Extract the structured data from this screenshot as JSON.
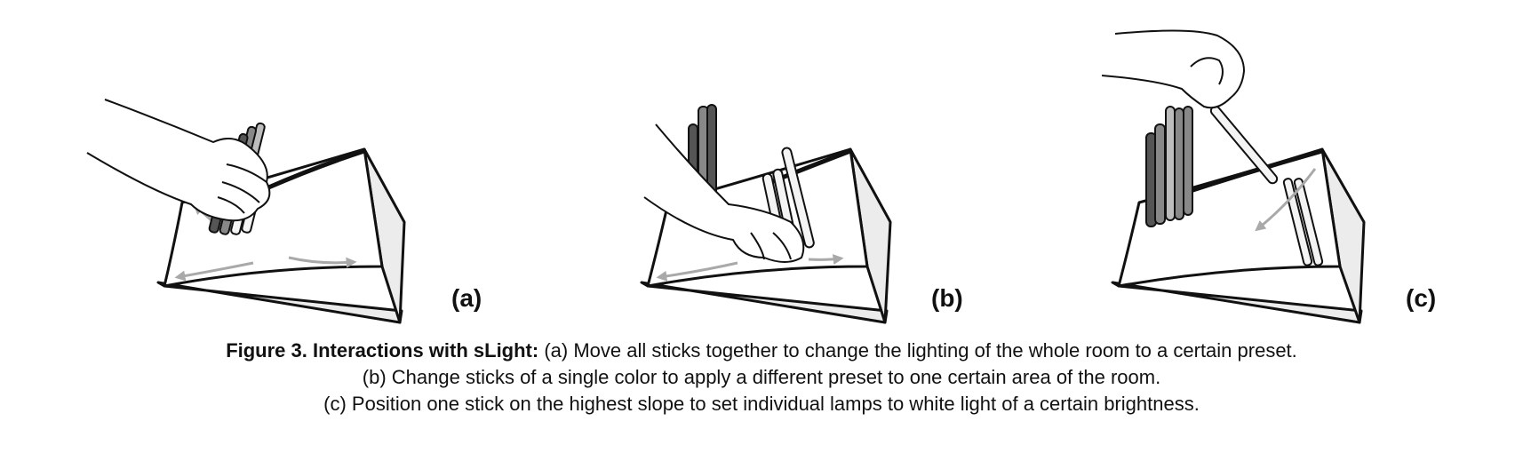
{
  "figure": {
    "panels": [
      {
        "id": "a",
        "label": "(a)"
      },
      {
        "id": "b",
        "label": "(b)"
      },
      {
        "id": "c",
        "label": "(c)"
      }
    ],
    "caption": {
      "label": "Figure 3. Interactions with sLight:",
      "line1": " (a) Move all sticks together to change the lighting of the whole room to a certain preset.",
      "line2": "(b) Change sticks of a single color to apply a different preset to one certain area of the room.",
      "line3": "(c) Position one stick on the highest slope to set individual lamps to white light of a certain brightness."
    }
  },
  "colors": {
    "stroke": "#111111",
    "surface": "#ffffff",
    "side_face": "#ececec",
    "arrow": "#a9a9a9",
    "stick_dark": "#555555",
    "stick_mid": "#888888",
    "stick_light": "#bdbdbd",
    "stick_white": "#f4f4f4"
  }
}
